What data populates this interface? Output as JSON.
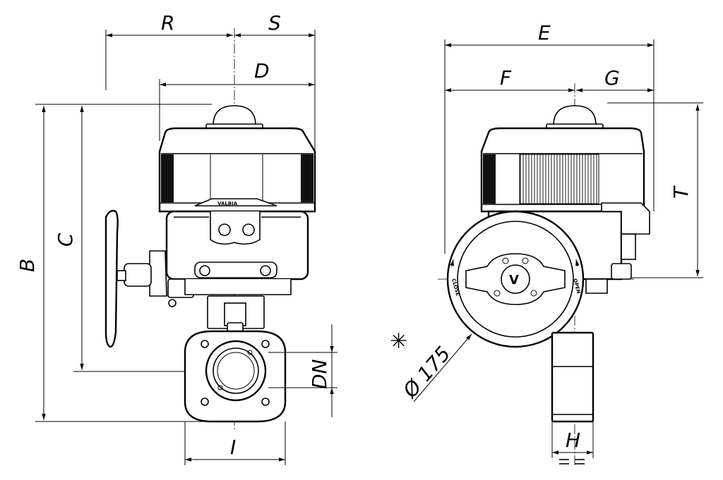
{
  "drawing": {
    "front_view": {
      "dimensions": {
        "R": "R",
        "S": "S",
        "D": "D",
        "B": "B",
        "C": "C",
        "DN": "DN",
        "I": "I"
      },
      "nameplate_text": "VALBIA"
    },
    "side_view": {
      "dimensions": {
        "E": "E",
        "F": "F",
        "G": "G",
        "T": "T",
        "H": "H"
      },
      "handwheel_labels": {
        "close": "CLOSE",
        "open": "OPEN",
        "center_logo": "V"
      },
      "handwheel_diameter": "Ø 175",
      "note_mark": "✳"
    }
  },
  "colors": {
    "line": "#000000",
    "background": "#ffffff",
    "dark_fill": "#111111"
  }
}
